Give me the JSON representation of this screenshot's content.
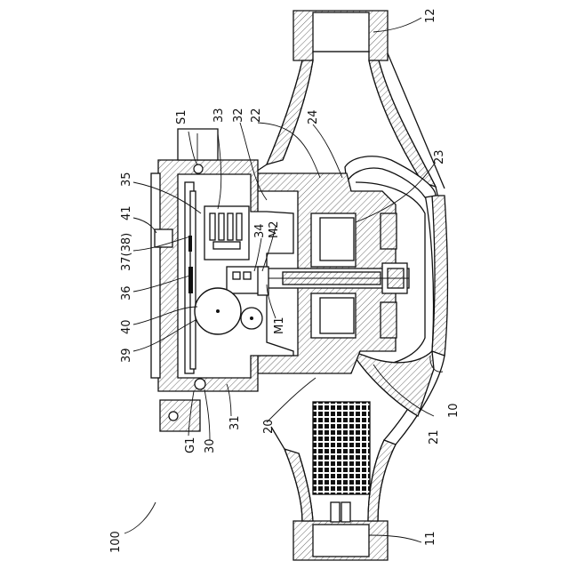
{
  "figure_number": "100",
  "labels": {
    "l10": "10",
    "l11": "11",
    "l12": "12",
    "l20": "20",
    "l21": "21",
    "l22": "22",
    "l23": "23",
    "l24": "24",
    "l30": "30",
    "l31": "31",
    "l32": "32",
    "l33": "33",
    "l34": "34",
    "l35": "35",
    "l36": "36",
    "l37": "37(38)",
    "l39": "39",
    "l40": "40",
    "l41": "41",
    "lS1": "S1",
    "lG1": "G1",
    "lM1": "M1",
    "lM2": "M2"
  }
}
